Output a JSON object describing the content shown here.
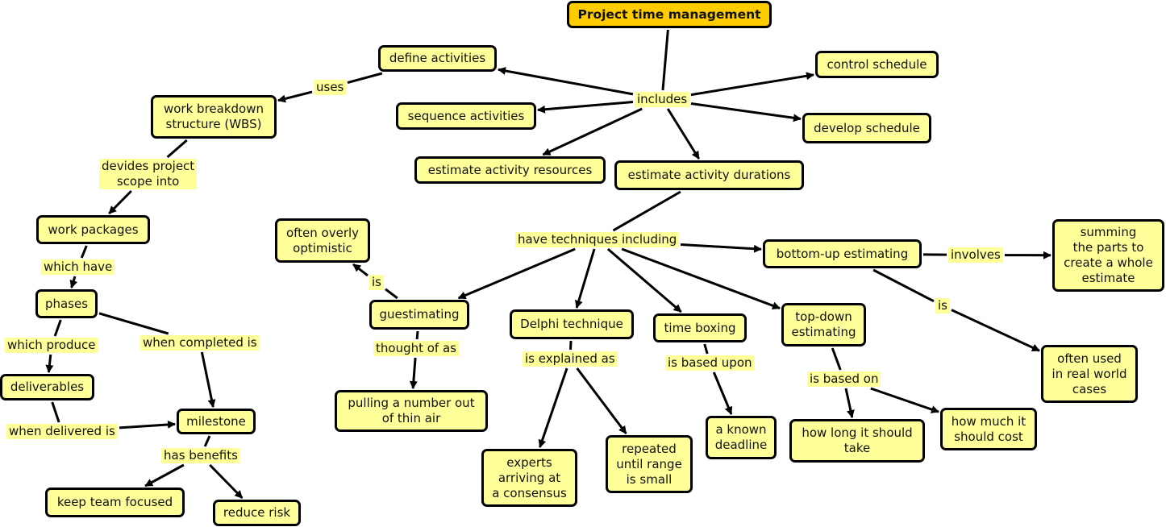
{
  "title": "Project time management",
  "colors": {
    "node_fill": "#ffff99",
    "root_fill": "#ffcc00",
    "border": "#000000",
    "label_fill": "#ffff99"
  },
  "nodes": {
    "root": "Project time management",
    "define": "define activities",
    "sequence": "sequence activities",
    "resources": "estimate activity resources",
    "durations": "estimate activity durations",
    "control": "control schedule",
    "develop": "develop schedule",
    "wbs": "work breakdown\nstructure (WBS)",
    "packages": "work packages",
    "phases": "phases",
    "deliverables": "deliverables",
    "milestone": "milestone",
    "focused": "keep team focused",
    "risk": "reduce risk",
    "optimistic": "often overly\noptimistic",
    "guess": "guestimating",
    "thinair": "pulling a number out\nof thin air",
    "delphi": "Delphi technique",
    "experts": "experts\narriving at\na consensus",
    "repeated": "repeated\nuntil range\nis small",
    "timebox": "time boxing",
    "deadline": "a known\ndeadline",
    "topdown": "top-down\nestimating",
    "howlong": "how long it should\ntake",
    "howmuch": "how much it\nshould cost",
    "bottomup": "bottom-up estimating",
    "summing": "summing\nthe parts to\ncreate a whole\nestimate",
    "realworld": "often used\nin real world\ncases"
  },
  "labels": {
    "includes": "includes",
    "uses": "uses",
    "devides": "devides project\nscope into",
    "which_have": "which have",
    "which_produce": "which produce",
    "when_completed": "when completed is",
    "when_delivered": "when delivered is",
    "has_benefits": "has benefits",
    "have_techniques": "have techniques including",
    "is_opt": "is",
    "thought_of": "thought of as",
    "explained": "is explained as",
    "based_upon": "is based upon",
    "based_on": "is based on",
    "involves": "involves",
    "is_real": "is"
  }
}
